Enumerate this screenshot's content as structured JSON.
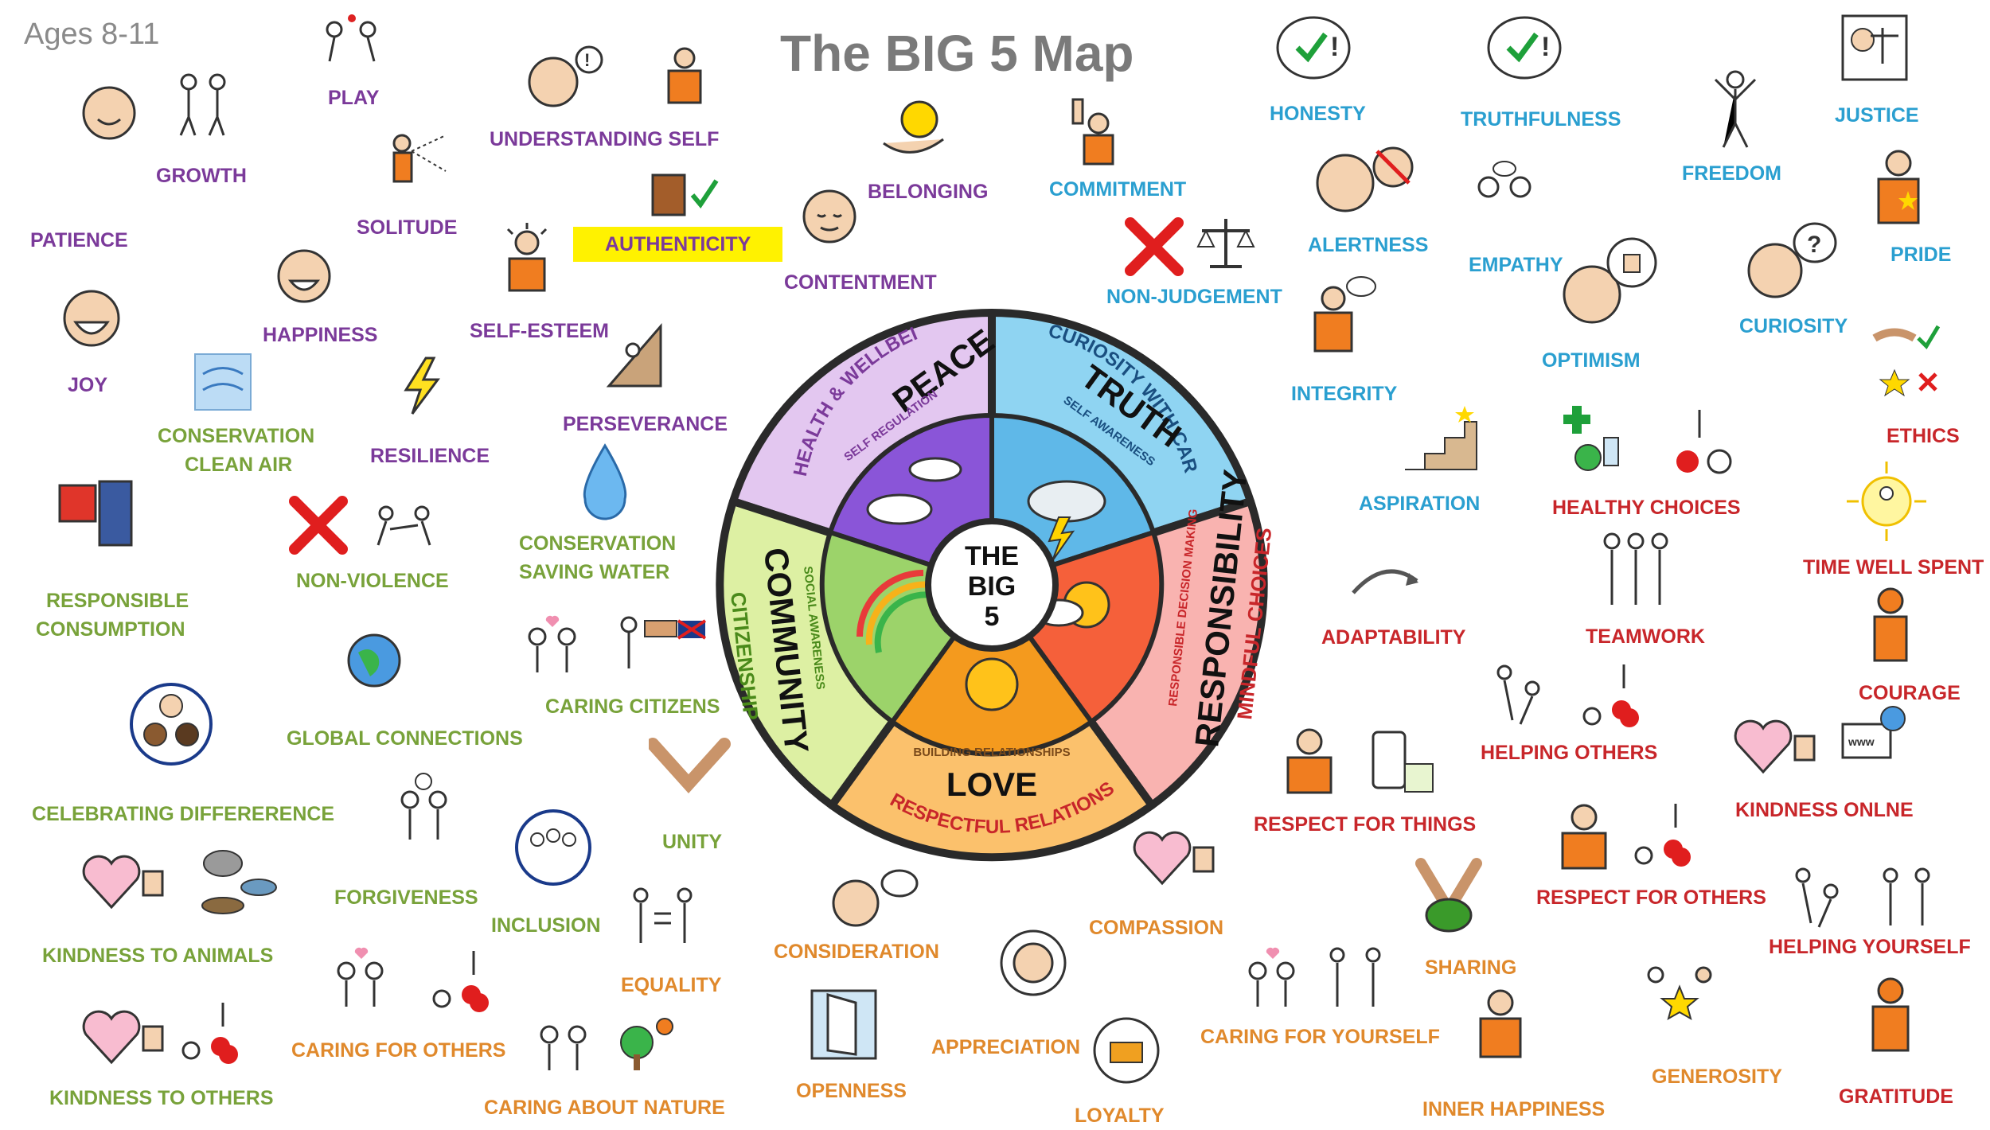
{
  "header": {
    "ages": "Ages 8-11",
    "title": "The BIG 5 Map"
  },
  "wheel": {
    "center": [
      "THE",
      "BIG",
      "5"
    ],
    "segments": [
      {
        "name": "PEACE",
        "outer": "HEALTH & WELLBEING",
        "inner": "SELF REGULATION",
        "color": "#e3c7f0"
      },
      {
        "name": "TRUTH",
        "outer": "CURIOSITY WITH CARE",
        "inner": "SELF AWARENESS",
        "color": "#8fd4f2"
      },
      {
        "name": "RESPONSIBILITY",
        "outer": "MINDFUL CHOICES",
        "inner": "RESPONSIBLE DECISION MAKING",
        "color": "#f9b3b0"
      },
      {
        "name": "LOVE",
        "outer": "RESPECTFUL RELATIONSHIPS",
        "inner": "BUILDING RELATIONSHIPS",
        "color": "#fbc16c"
      },
      {
        "name": "COMMUNITY",
        "outer": "CITIZENSHIP",
        "inner": "SOCIAL AWARENESS",
        "color": "#ddf0a3"
      }
    ]
  },
  "colors": {
    "purple": "#7b3a9a",
    "green": "#78a23a",
    "orange": "#e0892c",
    "blue": "#2a9fd0",
    "red": "#c8262a"
  },
  "values": {
    "patience": "PATIENCE",
    "growth": "GROWTH",
    "play": "PLAY",
    "understanding_self": "UNDERSTANDING SELF",
    "solitude": "SOLITUDE",
    "authenticity": "AUTHENTICITY",
    "belonging": "BELONGING",
    "contentment": "CONTENTMENT",
    "commitment": "COMMITMENT",
    "happiness": "HAPPINESS",
    "self_esteem": "SELF-ESTEEM",
    "joy": "JOY",
    "conservation_clean_air_1": "CONSERVATION",
    "conservation_clean_air_2": "CLEAN AIR",
    "resilience": "RESILIENCE",
    "perseverance": "PERSEVERANCE",
    "responsible_consumption_1": "RESPONSIBLE",
    "responsible_consumption_2": "CONSUMPTION",
    "non_violence": "NON-VIOLENCE",
    "conservation_saving_water_1": "CONSERVATION",
    "conservation_saving_water_2": "SAVING WATER",
    "caring_citizens": "CARING CITIZENS",
    "global_connections": "GLOBAL CONNECTIONS",
    "celebrating_difference": "CELEBRATING DIFFERERENCE",
    "unity": "UNITY",
    "forgiveness": "FORGIVENESS",
    "inclusion": "INCLUSION",
    "kindness_to_animals": "KINDNESS TO ANIMALS",
    "equality": "EQUALITY",
    "caring_for_others": "CARING FOR OTHERS",
    "kindness_to_others": "KINDNESS TO OTHERS",
    "caring_about_nature": "CARING ABOUT NATURE",
    "consideration": "CONSIDERATION",
    "openness": "OPENNESS",
    "appreciation": "APPRECIATION",
    "loyalty": "LOYALTY",
    "compassion": "COMPASSION",
    "caring_for_yourself": "CARING FOR YOURSELF",
    "sharing": "SHARING",
    "inner_happiness": "INNER HAPPINESS",
    "generosity": "GENEROSITY",
    "gratitude": "GRATITUDE",
    "honesty": "HONESTY",
    "truthfulness": "TRUTHFULNESS",
    "justice": "JUSTICE",
    "freedom": "FREEDOM",
    "alertness": "ALERTNESS",
    "empathy": "EMPATHY",
    "pride": "PRIDE",
    "non_judgement": "NON-JUDGEMENT",
    "optimism": "OPTIMISM",
    "curiosity": "CURIOSITY",
    "integrity": "INTEGRITY",
    "ethics": "ETHICS",
    "aspiration": "ASPIRATION",
    "healthy_choices": "HEALTHY CHOICES",
    "time_well_spent": "TIME WELL SPENT",
    "adaptability": "ADAPTABILITY",
    "teamwork": "TEAMWORK",
    "courage": "COURAGE",
    "helping_others": "HELPING OTHERS",
    "respect_for_things": "RESPECT FOR THINGS",
    "kindness_online": "KINDNESS ONLNE",
    "respect_for_others": "RESPECT FOR OTHERS",
    "helping_yourself": "HELPING YOURSELF"
  }
}
